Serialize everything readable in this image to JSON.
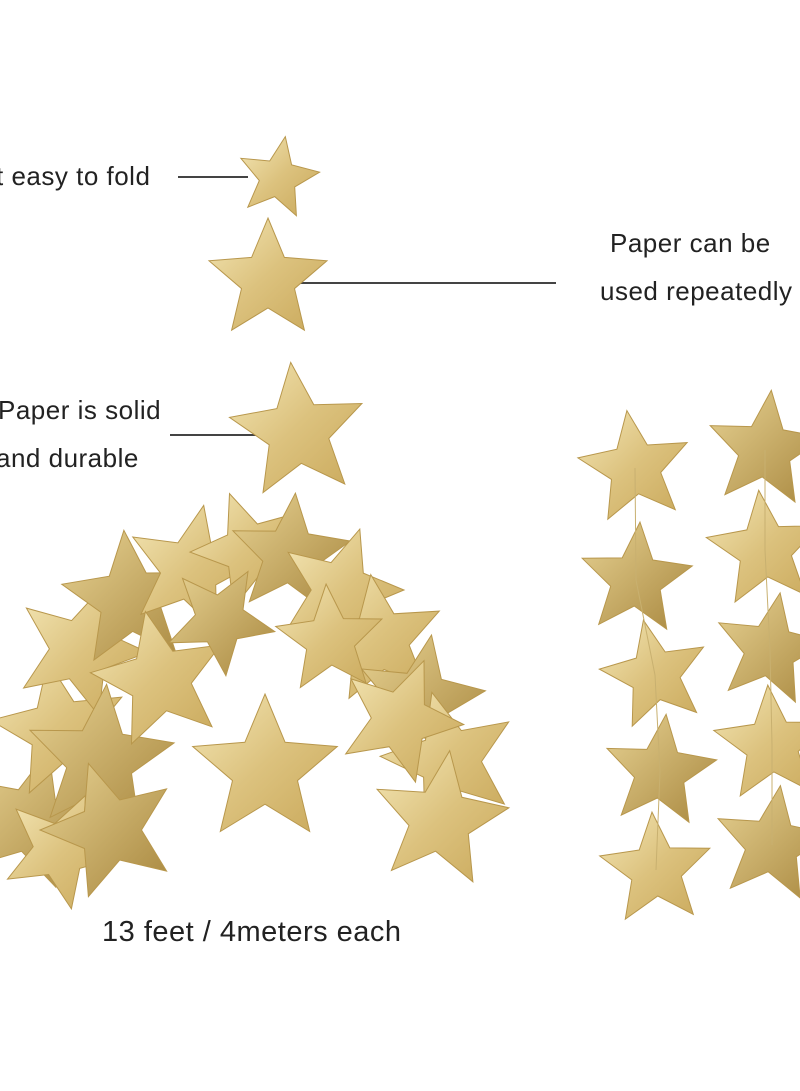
{
  "labels": {
    "fold": "t easy to fold",
    "reuse_line1": "Paper can be",
    "reuse_line2": "used repeatedly",
    "solid_line1": "Paper is solid",
    "solid_line2": "and durable",
    "length": "13 feet / 4meters each"
  },
  "colors": {
    "gold_light": "#efe0a8",
    "gold_mid": "#d9c07a",
    "gold_dark": "#a8873e",
    "background": "#ffffff",
    "text": "#222222"
  },
  "icons": {
    "single_star": "star-icon",
    "garland": "star-garland"
  }
}
